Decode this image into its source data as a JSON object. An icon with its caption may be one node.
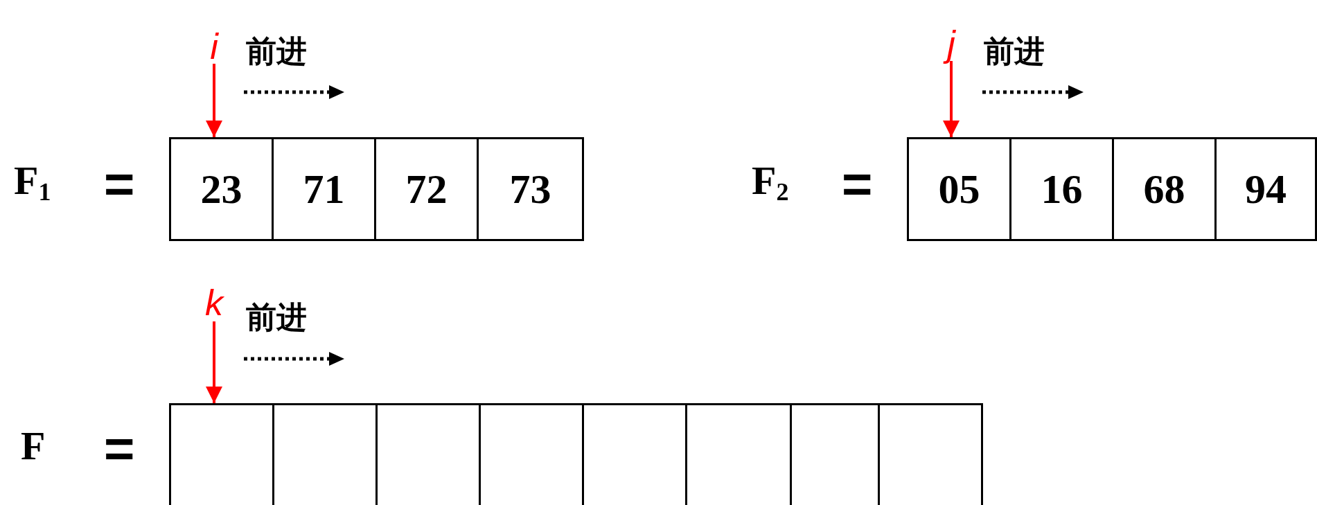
{
  "diagram": {
    "nodes": [
      {
        "text": [
          "i"
        ]
      },
      {
        "text": [
          "j"
        ]
      },
      {
        "text": [
          "23"
        ]
      },
      {
        "text": [
          "71"
        ]
      },
      {
        "text": [
          "72"
        ]
      },
      {
        "text": [
          "73"
        ]
      },
      {
        "text": [
          "05"
        ]
      },
      {
        "text": [
          "16"
        ]
      },
      {
        "text": [
          "68"
        ]
      },
      {
        "text": [
          "94"
        ]
      },
      {
        "text": [
          "k"
        ]
      },
      {
        "text": [],
        "shape": "box"
      },
      {
        "text": [],
        "shape": "box"
      },
      {
        "text": [],
        "shape": "box"
      },
      {
        "text": [],
        "shape": "box"
      },
      {
        "text": [],
        "shape": "box"
      },
      {
        "text": [],
        "shape": "box"
      },
      {
        "text": [],
        "shape": "box"
      },
      {
        "text": [],
        "shape": "box"
      }
    ],
    "edges": [
      {
        "from": 0,
        "to": 2,
        "arrow": "to"
      },
      {
        "from": 1,
        "to": 6,
        "arrow": "to"
      },
      {
        "from": 10,
        "to": 11,
        "arrow": "to"
      }
    ],
    "labels": [
      "前进",
      "前进",
      "F$_{1}$",
      "=",
      "F$_{2}$",
      "=",
      "前进",
      "F",
      "="
    ]
  }
}
